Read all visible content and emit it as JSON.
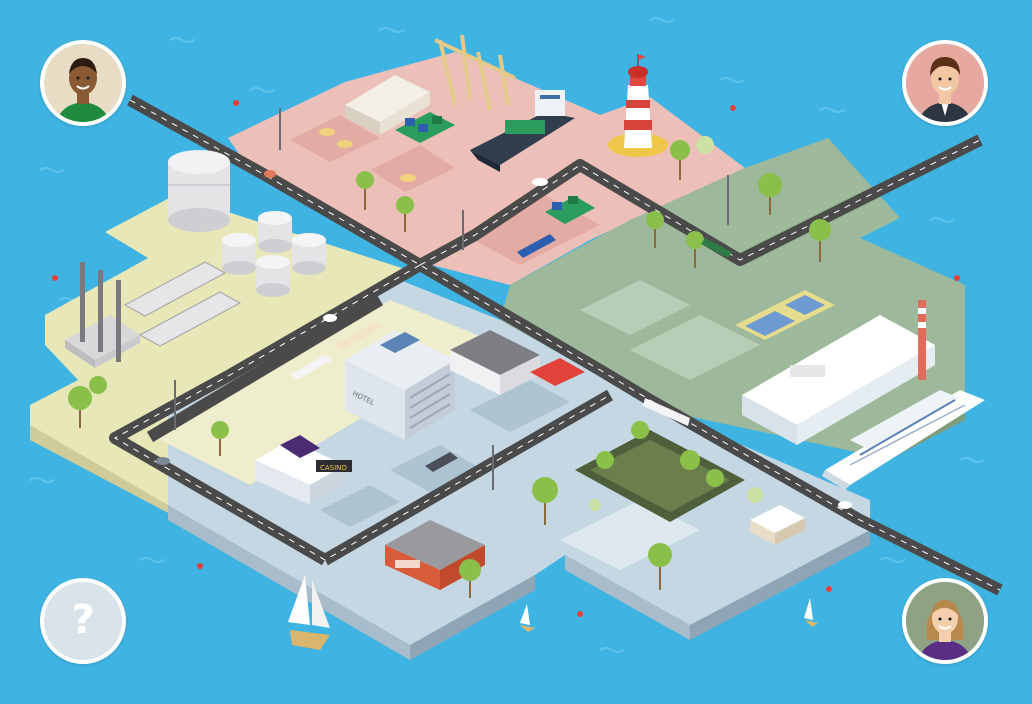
{
  "scene": {
    "water_color": "#3fb4e3",
    "zones": {
      "industrial": "#e8e7b8",
      "port": "#ecc0b8",
      "green": "#9db89a",
      "downtown": "#c5d7e3"
    }
  },
  "players": [
    {
      "id": "player-top-left",
      "bg": "#e9dcc4",
      "skin": "#8a5a35",
      "hair": "#2c1b10",
      "shirt": "#1f8b3e"
    },
    {
      "id": "player-top-right",
      "bg": "#e7a8a0",
      "skin": "#f2c7a4",
      "hair": "#5b3016",
      "shirt": "#2d3643"
    },
    {
      "id": "player-bottom-left",
      "bg": "#dbe3ea",
      "label": "?"
    },
    {
      "id": "player-bottom-right",
      "bg": "#8fa283",
      "skin": "#f3cfb0",
      "hair": "#b8894d",
      "shirt": "#5b2e86"
    }
  ],
  "buildings": {
    "hotel_sign": "HOTEL",
    "casino_sign": "CASINO"
  }
}
